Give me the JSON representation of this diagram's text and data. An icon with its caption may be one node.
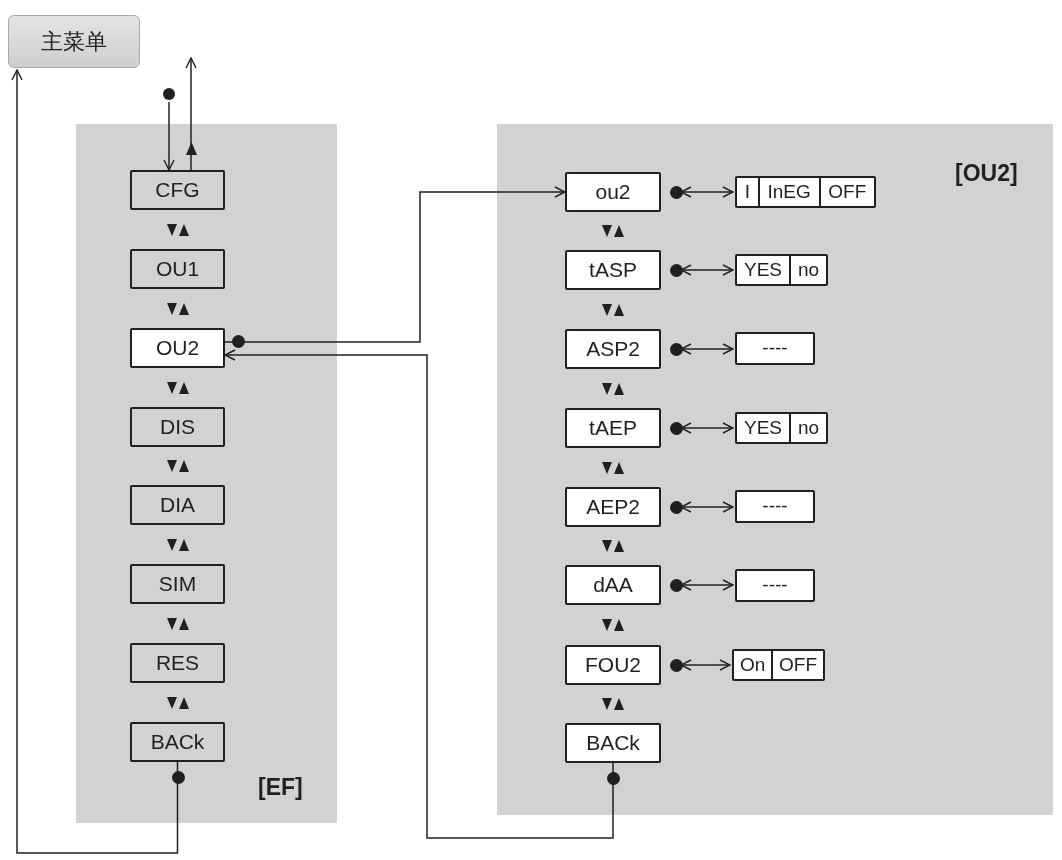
{
  "diagram": {
    "nodes": [
      {
        "text": [
          "主菜单"
        ]
      },
      {
        "text": [
          "[EF]"
        ]
      },
      {
        "text": [
          "CFG"
        ],
        "in": 1
      },
      {
        "text": [
          "OU1"
        ],
        "in": 1
      },
      {
        "text": [
          "OU2"
        ],
        "in": 1
      },
      {
        "text": [
          "DIS"
        ],
        "in": 1
      },
      {
        "text": [
          "DIA"
        ],
        "in": 1
      },
      {
        "text": [
          "SIM"
        ],
        "in": 1
      },
      {
        "text": [
          "RES"
        ],
        "in": 1
      },
      {
        "text": [
          "BACk"
        ],
        "in": 1
      },
      {
        "text": [
          "[OU2]"
        ]
      },
      {
        "text": [
          "ou2"
        ],
        "in": 10
      },
      {
        "text": [
          "tASP"
        ],
        "in": 10
      },
      {
        "text": [
          "ASP2"
        ],
        "in": 10
      },
      {
        "text": [
          "tAEP"
        ],
        "in": 10
      },
      {
        "text": [
          "AEP2"
        ],
        "in": 10
      },
      {
        "text": [
          "dAA"
        ],
        "in": 10
      },
      {
        "text": [
          "FOU2"
        ],
        "in": 10
      },
      {
        "text": [
          "BACk"
        ],
        "in": 10
      },
      {
        "text": [
          "I",
          "InEG",
          "OFF"
        ],
        "in": 10
      },
      {
        "text": [
          "YES",
          "no"
        ],
        "in": 10
      },
      {
        "text": [
          "----"
        ],
        "in": 10
      },
      {
        "text": [
          "YES",
          "no"
        ],
        "in": 10
      },
      {
        "text": [
          "----"
        ],
        "in": 10
      },
      {
        "text": [
          "----"
        ],
        "in": 10
      },
      {
        "text": [
          "On",
          "OFF"
        ],
        "in": 10
      },
      {
        "text": [],
        "shape": "circle"
      }
    ],
    "edges": [
      {
        "from": 26,
        "to": 2,
        "arrow": "to"
      },
      {
        "from": 2,
        "to": null,
        "arrow": "to"
      },
      {
        "from": 4,
        "to": 11,
        "arrow": "to"
      },
      {
        "from": 18,
        "to": 4,
        "arrow": "to"
      },
      {
        "from": 9,
        "to": 0,
        "arrow": "to"
      },
      {
        "from": 11,
        "to": 19,
        "arrow": "both"
      },
      {
        "from": 12,
        "to": 20,
        "arrow": "both"
      },
      {
        "from": 13,
        "to": 21,
        "arrow": "both"
      },
      {
        "from": 14,
        "to": 22,
        "arrow": "both"
      },
      {
        "from": 15,
        "to": 23,
        "arrow": "both"
      },
      {
        "from": 16,
        "to": 24,
        "arrow": "both"
      },
      {
        "from": 17,
        "to": 25,
        "arrow": "both"
      }
    ]
  }
}
